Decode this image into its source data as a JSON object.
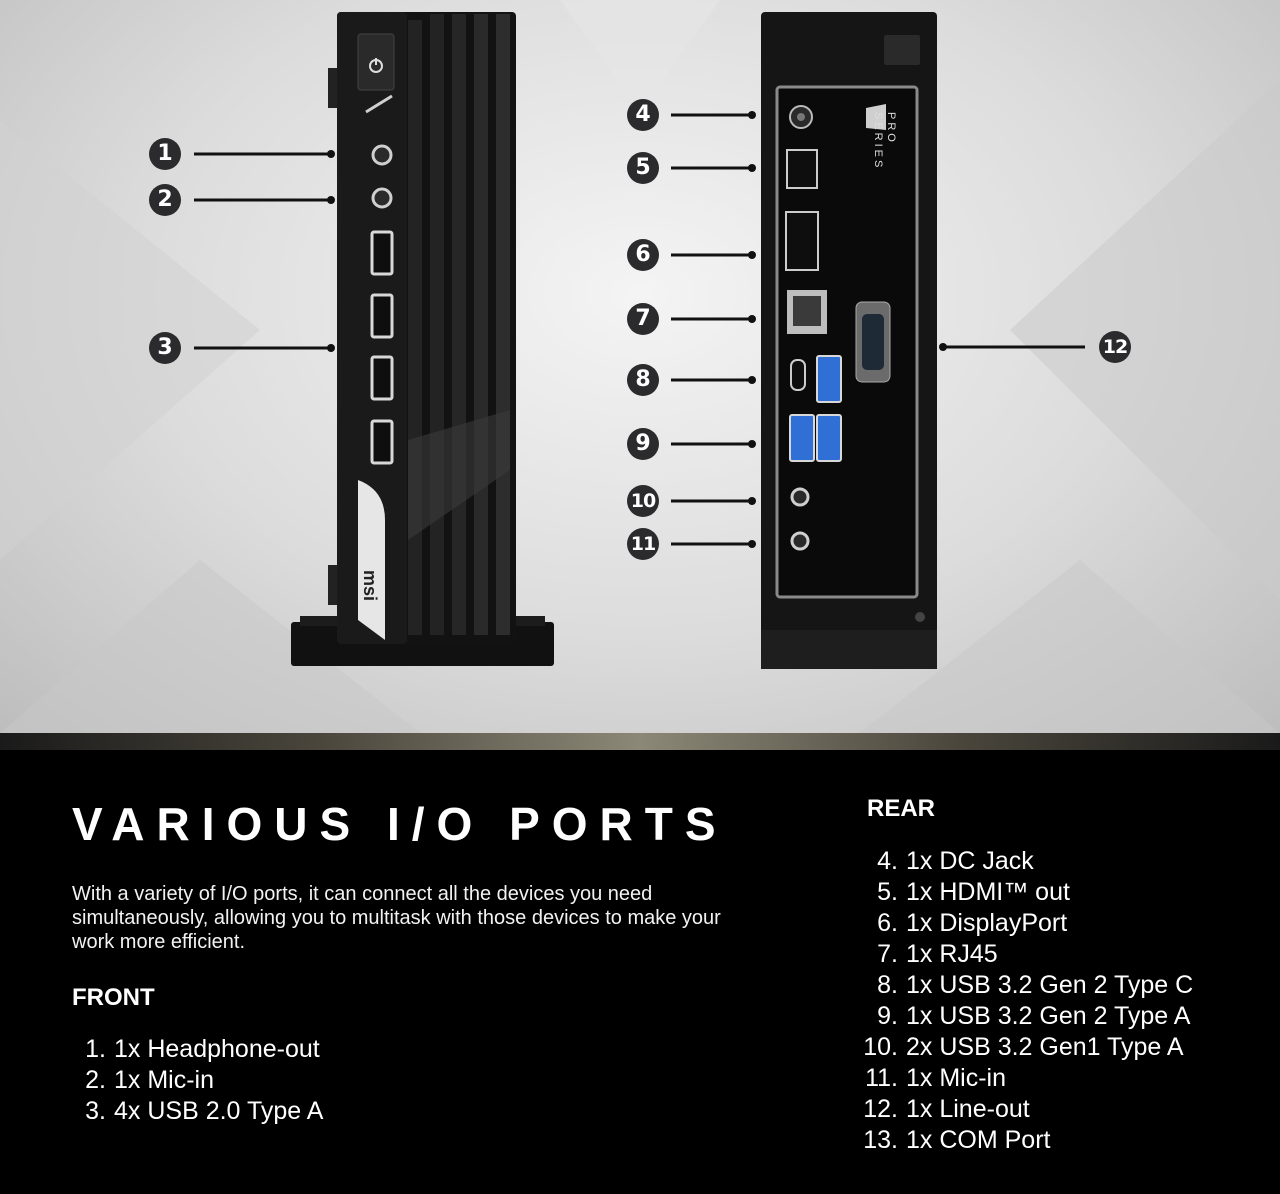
{
  "markers": {
    "front": [
      "1",
      "2",
      "3"
    ],
    "rear": [
      "4",
      "5",
      "6",
      "7",
      "8",
      "9",
      "10",
      "11",
      "12"
    ]
  },
  "heading": "VARIOUS I/O PORTS",
  "description": "With a variety of I/O ports, it can connect all the devices you need simultaneously, allowing you to multitask with those devices to make your work more efficient.",
  "front": {
    "title": "FRONT",
    "items": [
      {
        "num": "1.",
        "text": "1x Headphone-out"
      },
      {
        "num": "2.",
        "text": "1x Mic-in"
      },
      {
        "num": "3.",
        "text": "4x USB 2.0 Type A"
      }
    ]
  },
  "rear": {
    "title": "REAR",
    "items": [
      {
        "num": "4.",
        "text": "1x DC Jack"
      },
      {
        "num": "5.",
        "text": "1x HDMI™ out"
      },
      {
        "num": "6.",
        "text": "1x DisplayPort"
      },
      {
        "num": "7.",
        "text": "1x RJ45"
      },
      {
        "num": "8.",
        "text": "1x USB 3.2 Gen 2 Type C"
      },
      {
        "num": "9.",
        "text": "1x USB 3.2 Gen 2 Type A"
      },
      {
        "num": "10.",
        "text": "2x USB 3.2 Gen1 Type A"
      },
      {
        "num": "11.",
        "text": "1x Mic-in"
      },
      {
        "num": "12.",
        "text": "1x Line-out"
      },
      {
        "num": "13.",
        "text": "1x COM Port"
      }
    ]
  },
  "logo": {
    "brand": "msi",
    "series_line1": "PRO",
    "series_line2": "SERIES"
  },
  "colors": {
    "marker_bg": "#2b2b2d",
    "chassis": "#141414",
    "usb_blue": "#2f6fd6"
  }
}
